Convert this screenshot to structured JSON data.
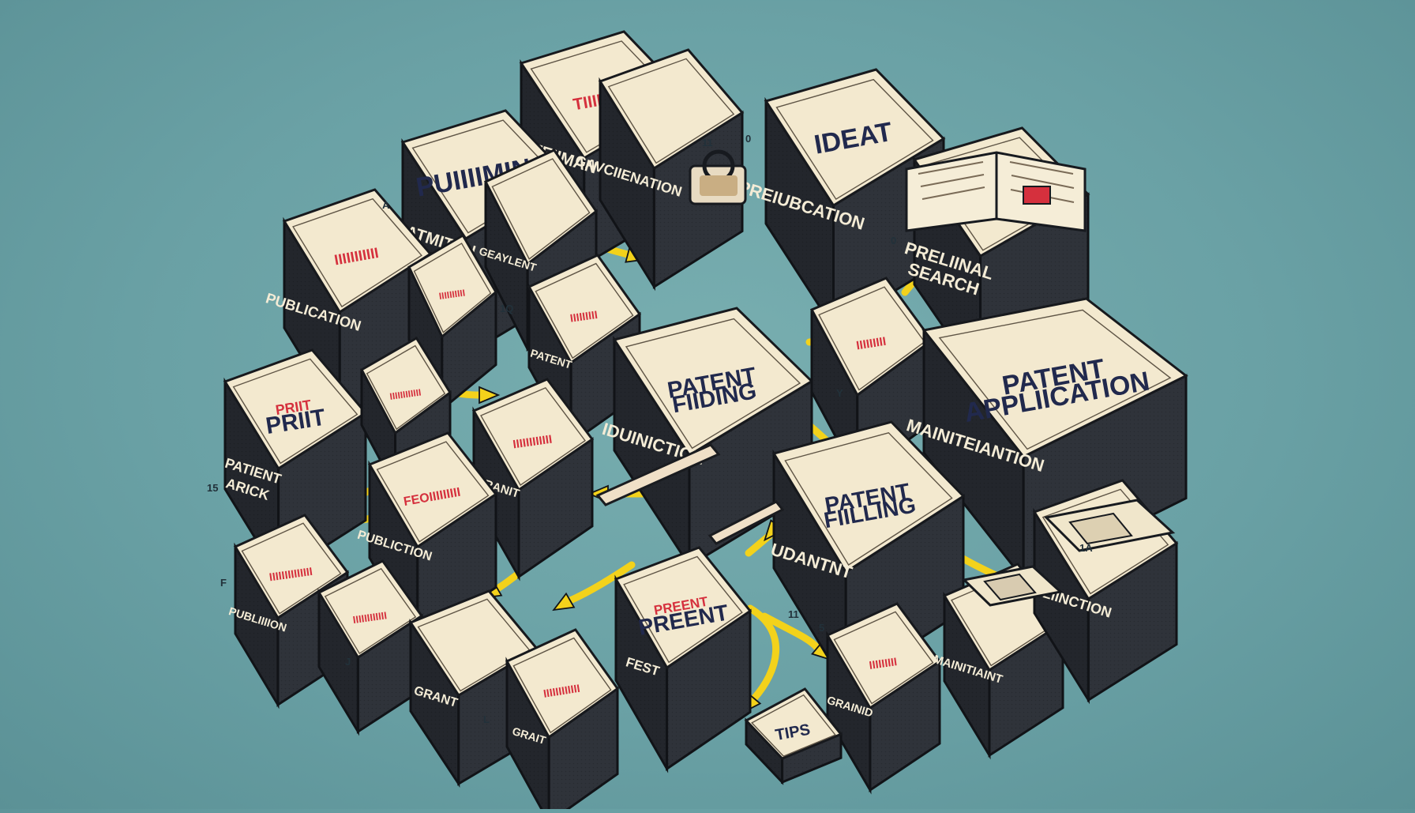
{
  "diagram": {
    "background_color": "#6ea4a8",
    "accent_color": "#f3d21b",
    "box_top_color": "#f3e9cf",
    "box_side_color": "#23262c",
    "stamp_color": "#d5303d",
    "nodes": [
      {
        "id": "n01",
        "top": "",
        "side": "PATEIIMAN",
        "stamp": "TIIIIIIIIIII"
      },
      {
        "id": "n02",
        "top": "",
        "side": "GAVCIIENATION",
        "stamp": ""
      },
      {
        "id": "n03",
        "top": "IDEAT",
        "side": "PREIUBCATION",
        "stamp": ""
      },
      {
        "id": "n04",
        "top": "",
        "side": "PRELIINAL SEARCH",
        "stamp": ""
      },
      {
        "id": "n05",
        "top": "PUIIIIMING",
        "side": "PATMITEN",
        "stamp": ""
      },
      {
        "id": "n06",
        "top": "",
        "side": "GEAYLENT",
        "stamp": ""
      },
      {
        "id": "n07",
        "top": "",
        "side": "PUBLICATION",
        "stamp": "IIIIIIIIIII"
      },
      {
        "id": "n08",
        "top": "",
        "side": "",
        "stamp": "IIIIIIIIII"
      },
      {
        "id": "n09",
        "top": "",
        "side": "PATENT",
        "stamp": "IIIIIIIII"
      },
      {
        "id": "n10",
        "top": "PATENT FIIDING",
        "side": "IDUINICTION",
        "stamp": ""
      },
      {
        "id": "n11",
        "top": "",
        "side": "",
        "stamp": "IIIIIIIII"
      },
      {
        "id": "n12",
        "top": "PATENT APPLIICATION",
        "side": "MAINITEIANTION",
        "stamp": ""
      },
      {
        "id": "n13",
        "top": "PRIIT",
        "side": "PATIENT ARICK",
        "stamp": "PRIIT"
      },
      {
        "id": "n14",
        "top": "",
        "side": "",
        "stamp": "IIIIIIIIIIII"
      },
      {
        "id": "n15",
        "top": "",
        "side": "GRANIT",
        "stamp": "IIIIIIIIIIII"
      },
      {
        "id": "n16",
        "top": "PATENT FIILLING",
        "side": "UDANTNT",
        "stamp": ""
      },
      {
        "id": "n17",
        "top": "",
        "side": "PUBLICTION",
        "stamp": "FEOIIIIIIIII"
      },
      {
        "id": "n18",
        "top": "",
        "side": "PUBLIIIION",
        "stamp": "IIIIIIIIIIIIII"
      },
      {
        "id": "n19",
        "top": "",
        "side": "",
        "stamp": "IIIIIIIIIIII"
      },
      {
        "id": "n20",
        "top": "PREENT",
        "side": "FEST",
        "stamp": "PREENT"
      },
      {
        "id": "n21",
        "top": "",
        "side": "GRANT",
        "stamp": ""
      },
      {
        "id": "n22",
        "top": "",
        "side": "GRAIT",
        "stamp": "IIIIIIIIIIII"
      },
      {
        "id": "n23",
        "top": "",
        "side": "GRAINID",
        "stamp": "IIIIIIIII"
      },
      {
        "id": "n24",
        "top": "",
        "side": "MAINITIAINT",
        "stamp": ""
      },
      {
        "id": "n25",
        "top": "",
        "side": "PUBLIINCTION",
        "stamp": ""
      },
      {
        "id": "n26",
        "top": "TIPS",
        "side": "",
        "stamp": ""
      }
    ],
    "notes": [
      "15",
      "F",
      "11",
      "0",
      "0",
      "A",
      "1Q",
      "Y",
      "J",
      "L",
      "11",
      "5",
      "1A"
    ]
  }
}
